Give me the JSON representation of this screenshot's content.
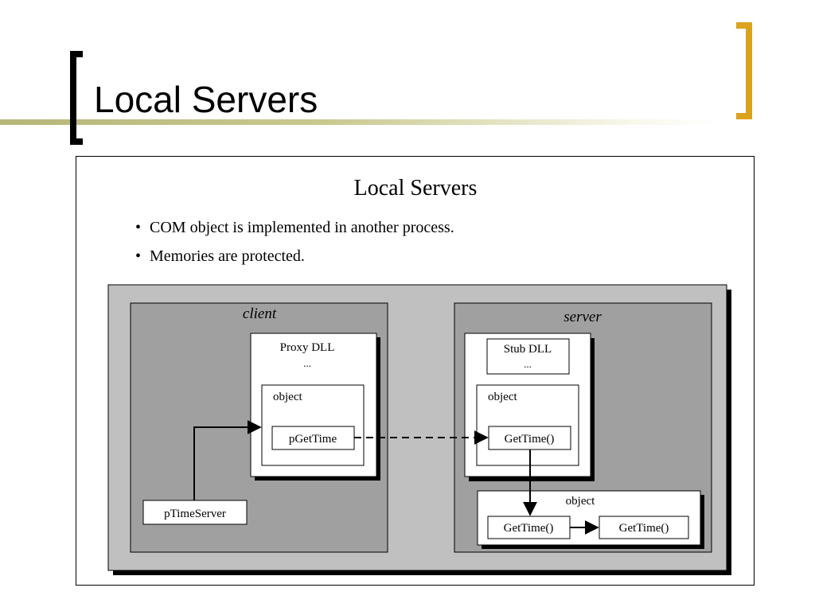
{
  "slide": {
    "title": "Local Servers"
  },
  "figure": {
    "title": "Local Servers",
    "bullets": [
      "COM object is implemented in another process.",
      "Memories are protected."
    ],
    "client": {
      "label": "client",
      "proxy_label": "Proxy DLL",
      "proxy_ellipsis": "...",
      "object_label": "object",
      "pointer_label": "pGetTime",
      "server_pointer_label": "pTimeServer"
    },
    "server": {
      "label": "server",
      "stub_label": "Stub DLL",
      "stub_ellipsis": "...",
      "object_label": "object",
      "method_label": "GetTime()",
      "inner_object_label": "object",
      "inner_method_1": "GetTime()",
      "inner_method_2": "GetTime()"
    }
  },
  "colors": {
    "accent_bracket": "#dca21a",
    "title_bar": "#b7b67a",
    "outer_gray": "#c0c0c0",
    "inner_gray": "#a0a0a0"
  }
}
